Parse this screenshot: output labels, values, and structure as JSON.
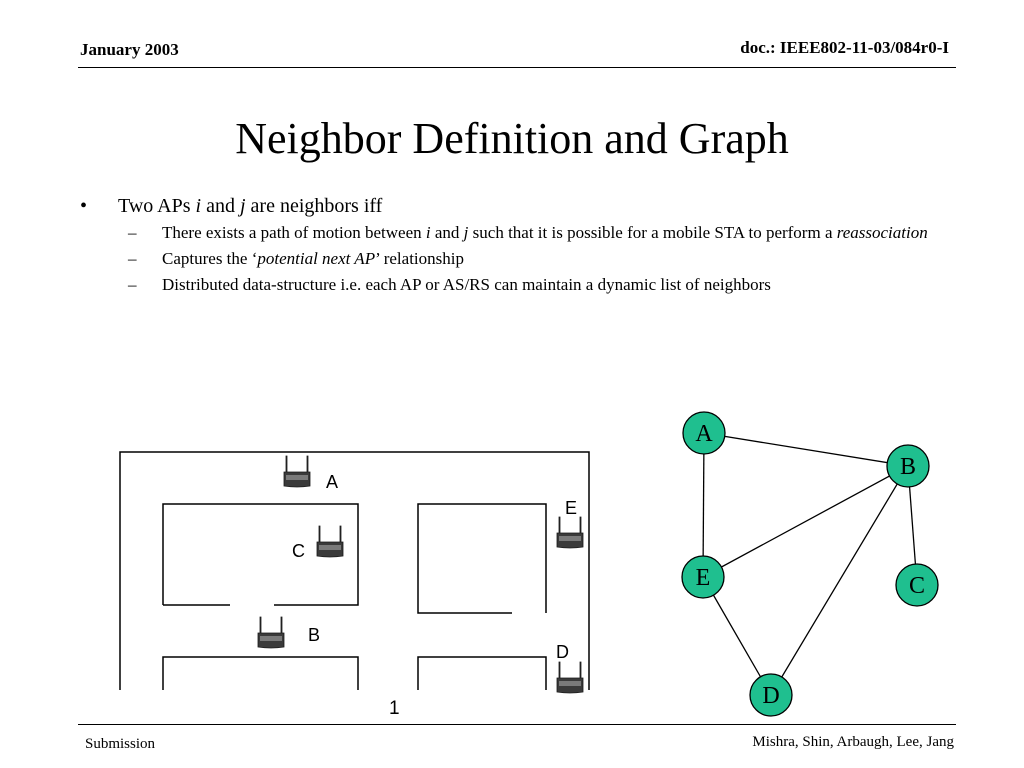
{
  "header": {
    "date": "January 2003",
    "doc_id": "doc.: IEEE802-11-03/084r0-I"
  },
  "title": "Neighbor Definition and Graph",
  "bullets": {
    "main": {
      "part1": "Two APs ",
      "var_i": "i",
      "part2": " and ",
      "var_j": "j",
      "part3": " are neighbors iff"
    },
    "sub1": {
      "part1": "There exists a path of motion between ",
      "var_i": "i",
      "part2": " and ",
      "var_j": "j",
      "part3": " such that it is possible for a mobile STA to perform a ",
      "term": "reassociation"
    },
    "sub2": {
      "part1": "Captures the ‘",
      "term": "potential next AP",
      "part2": "’ relationship"
    },
    "sub3": {
      "text": "Distributed data-structure i.e. each AP or AS/RS can maintain a dynamic list of neighbors"
    }
  },
  "floorplan": {
    "ap_labels": {
      "a": "A",
      "b": "B",
      "c": "C",
      "d": "D",
      "e": "E"
    },
    "page_number": "1"
  },
  "graph": {
    "nodes": {
      "a": "A",
      "b": "B",
      "c": "C",
      "d": "D",
      "e": "E"
    },
    "node_fill": "#1fbf8f"
  },
  "footer": {
    "left": "Submission",
    "right": "Mishra, Shin, Arbaugh, Lee, Jang"
  }
}
